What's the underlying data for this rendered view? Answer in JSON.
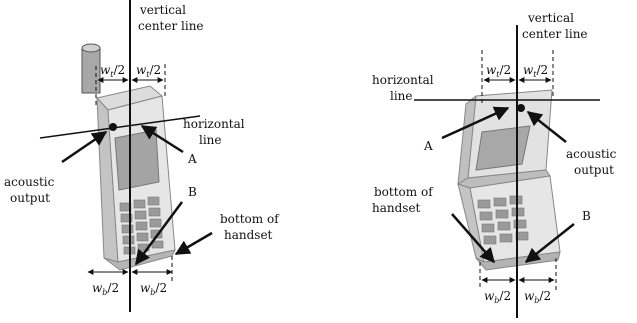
{
  "left_figure": {
    "vertical_center_line": [
      "vertical",
      "center line"
    ],
    "horizontal_line": [
      "horizontal",
      "line"
    ],
    "acoustic_output": [
      "acoustic",
      "output"
    ],
    "bottom_of_handset": [
      "bottom of",
      "handset"
    ],
    "point_a": "A",
    "point_b": "B",
    "top_width_left": {
      "var": "w",
      "sub": "t",
      "div": "/2"
    },
    "top_width_right": {
      "var": "w",
      "sub": "t",
      "div": "/2"
    },
    "bottom_width_left": {
      "var": "w",
      "sub": "b",
      "div": "/2"
    },
    "bottom_width_right": {
      "var": "w",
      "sub": "b",
      "div": "/2"
    }
  },
  "right_figure": {
    "vertical_center_line": [
      "vertical",
      "center line"
    ],
    "horizontal_line": [
      "horizontal",
      "line"
    ],
    "acoustic_output": [
      "acoustic",
      "output"
    ],
    "bottom_of_handset": [
      "bottom of",
      "handset"
    ],
    "point_a": "A",
    "point_b": "B",
    "top_width_left": {
      "var": "w",
      "sub": "t",
      "div": "/2"
    },
    "top_width_right": {
      "var": "w",
      "sub": "t",
      "div": "/2"
    },
    "bottom_width_left": {
      "var": "w",
      "sub": "b",
      "div": "/2"
    },
    "bottom_width_right": {
      "var": "w",
      "sub": "b",
      "div": "/2"
    }
  }
}
